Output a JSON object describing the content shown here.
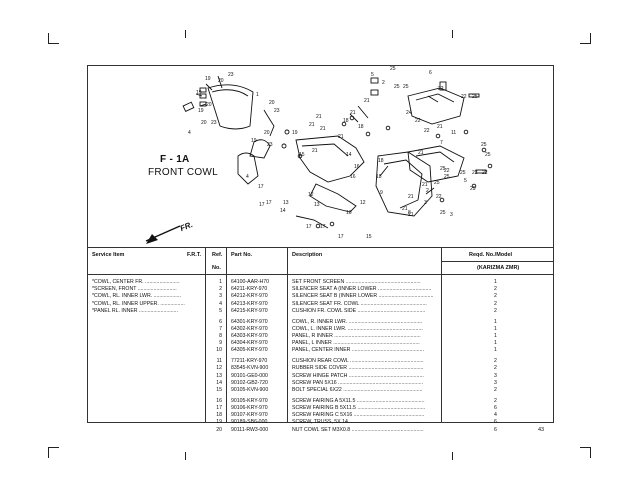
{
  "diagram": {
    "title": "F - 1A",
    "subtitle": "FRONT COWL",
    "direction_label": "FR.",
    "callouts": [
      "23",
      "20",
      "19",
      "1",
      "19",
      "20",
      "23",
      "20",
      "19",
      "23",
      "20",
      "4",
      "20",
      "23",
      "19",
      "19",
      "21",
      "21",
      "21",
      "18",
      "21",
      "21",
      "18",
      "21",
      "14",
      "16",
      "15",
      "17",
      "13",
      "17",
      "12",
      "17",
      "16",
      "13",
      "14",
      "17",
      "17",
      "17",
      "10",
      "12",
      "15",
      "21",
      "4",
      "18",
      "5",
      "2",
      "25",
      "6",
      "25",
      "25",
      "24",
      "22",
      "22",
      "22",
      "25",
      "22",
      "21",
      "11",
      "25",
      "25",
      "7",
      "21",
      "25",
      "25",
      "21",
      "22",
      "25",
      "22",
      "3",
      "2",
      "9",
      "21",
      "8",
      "22",
      "25",
      "18",
      "21",
      "21",
      "25",
      "5",
      "22",
      "25",
      "3"
    ]
  },
  "table": {
    "headers": {
      "service_item": "Service Item",
      "frt": "F.R.T.",
      "ref": "Ref.",
      "ref2": "No.",
      "part_no": "Part No.",
      "description": "Description",
      "reqd": "Reqd. No./Model",
      "model": "(KARIZMA ZMR)"
    },
    "service_items": [
      "*COWL, CENTER FR. ........................",
      "*SCREEN, FRONT ...........................",
      "*COWL, RL. INNER LWR. ...................",
      "*COWL, RL. INNER UPPER. .................",
      "*PANEL RL. INNER ..........................."
    ],
    "groups": [
      [
        {
          "ref": "1",
          "part": "64100-AAR-H70",
          "desc": "SET FRONT SCREEN ....................................................",
          "qty": "1"
        },
        {
          "ref": "2",
          "part": "64211-KRY-970",
          "desc": "SILENCER SEAT A (INNER LOWER .....................................",
          "qty": "2"
        },
        {
          "ref": "3",
          "part": "64212-KRY-970",
          "desc": "SILENCER SEAT B (INNER LOWER ......................................",
          "qty": "2"
        },
        {
          "ref": "4",
          "part": "64213-KRY-970",
          "desc": "SILENCER SEAT FR. COWL ..............................................",
          "qty": "2"
        },
        {
          "ref": "5",
          "part": "64215-KRY-970",
          "desc": "CUSHION FR. COWL SIDE ...............................................",
          "qty": "2"
        }
      ],
      [
        {
          "ref": "6",
          "part": "64301-KRY-970",
          "desc": "COWL, R. INNER LWR. ...................................................",
          "qty": "1"
        },
        {
          "ref": "7",
          "part": "64302-KRY-970",
          "desc": "COWL, L. INNER LWR. ....................................................",
          "qty": "1"
        },
        {
          "ref": "8",
          "part": "64303-KRY-970",
          "desc": "PANEL, R INNER ............................................................",
          "qty": "1"
        },
        {
          "ref": "9",
          "part": "64304-KRY-970",
          "desc": "PANEL, L INNER ............................................................",
          "qty": "1"
        },
        {
          "ref": "10",
          "part": "64305-KRY-970",
          "desc": "PANEL, CENTER INNER ..................................................",
          "qty": "1"
        }
      ],
      [
        {
          "ref": "11",
          "part": "77211-KRY-970",
          "desc": "CUSHION REAR COWL ...................................................",
          "qty": "2"
        },
        {
          "ref": "12",
          "part": "83545-KVN-900",
          "desc": "RUBBER SIDE COVER ....................................................",
          "qty": "2"
        },
        {
          "ref": "13",
          "part": "90101-GE0-000",
          "desc": "SCREW HINGE PATCH ....................................................",
          "qty": "3"
        },
        {
          "ref": "14",
          "part": "90102-GB2-720",
          "desc": "SCREW PAN 5X16 ...........................................................",
          "qty": "3"
        },
        {
          "ref": "15",
          "part": "90105-KVN-900",
          "desc": "BOLT SPECIAL 6X22 .......................................................",
          "qty": "2"
        }
      ],
      [
        {
          "ref": "16",
          "part": "90105-KRY-970",
          "desc": "SCREW FAIRING A 5X11.5 ...............................................",
          "qty": "2"
        },
        {
          "ref": "17",
          "part": "90106-KRY-970",
          "desc": "SCREW FAIRING B 5X11.5 ...............................................",
          "qty": "6"
        },
        {
          "ref": "18",
          "part": "90107-KRY-970",
          "desc": "SCREW FAIRING C 5X16 .................................................",
          "qty": "4"
        },
        {
          "ref": "19",
          "part": "90189-SB6-000",
          "desc": "SCREW, TRUSS, 5X 14 ...................................................",
          "qty": "6"
        },
        {
          "ref": "20",
          "part": "90111-RW3-000",
          "desc": "NUT COWL SET M3X0.8 ..................................................",
          "qty": "6"
        }
      ]
    ]
  },
  "page_number": "43"
}
